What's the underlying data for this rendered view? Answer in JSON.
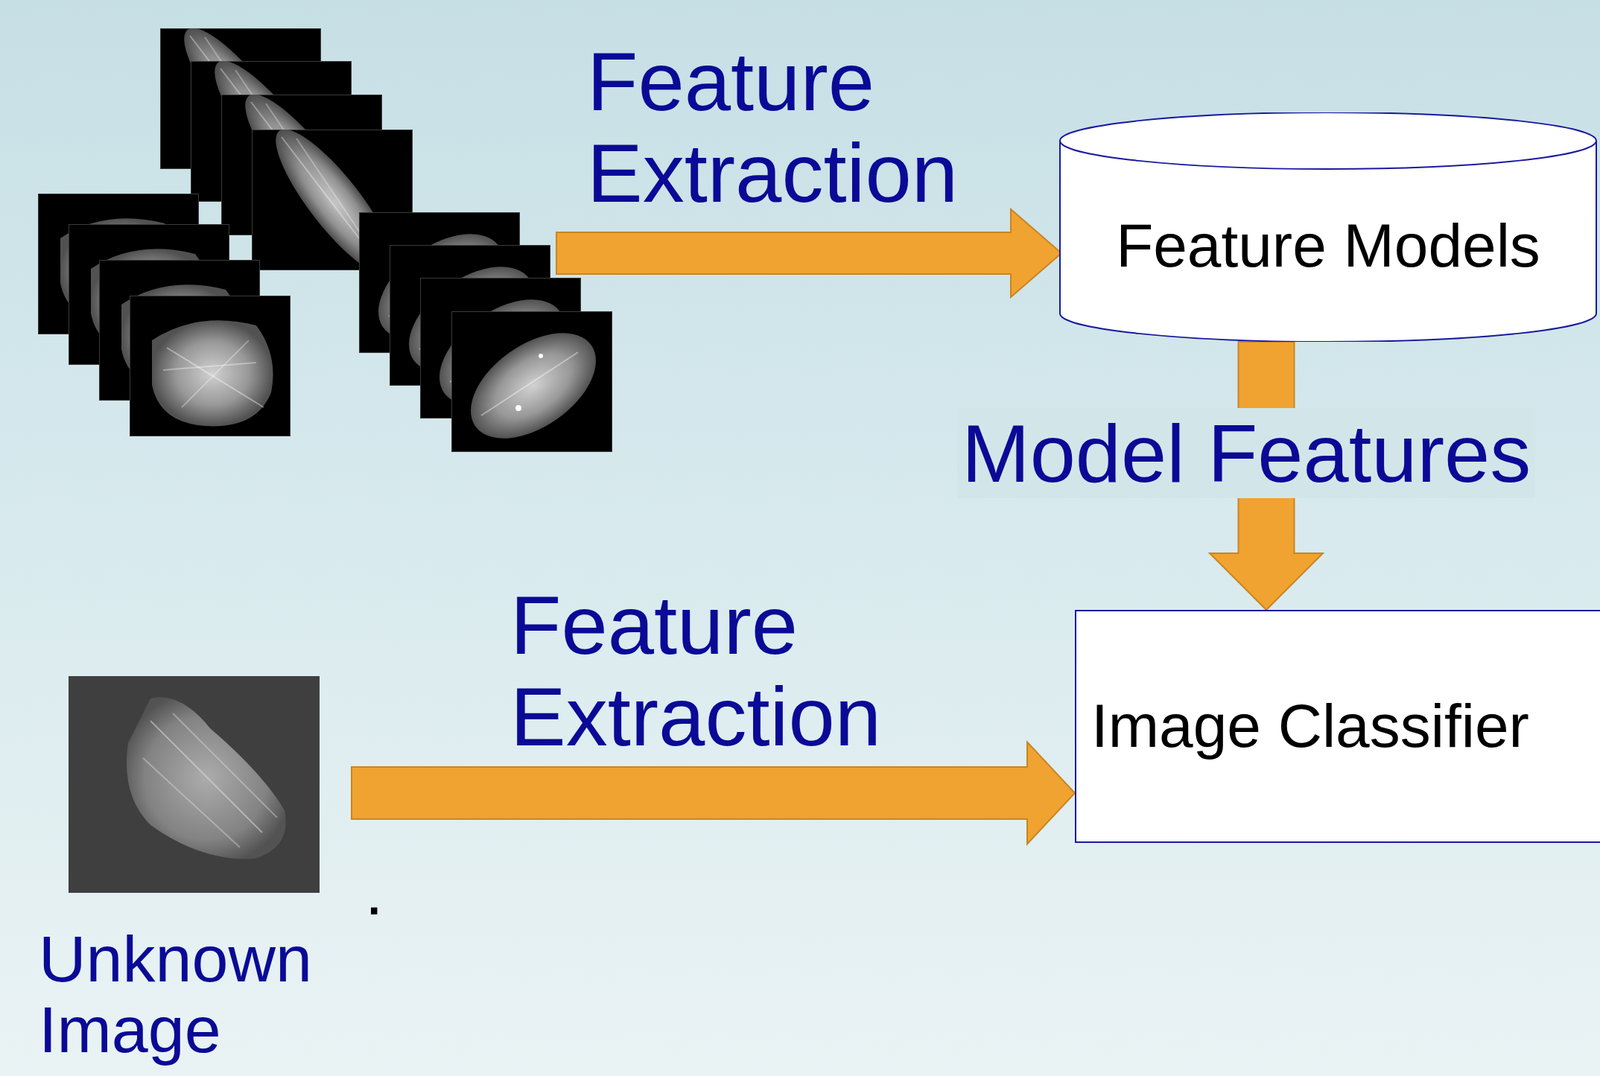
{
  "diagram": {
    "nodes": [
      {
        "text": [
          "Feature Models"
        ]
      },
      {
        "text": [
          "Image Classifier"
        ]
      },
      {
        "text": [
          "Unknown Image"
        ]
      }
    ],
    "edges": [
      {
        "from": 0,
        "to": 1,
        "arrow": "to",
        "label": "Model Features"
      },
      {
        "from": 2,
        "to": 1,
        "arrow": "to",
        "label": "Feature Extraction"
      }
    ],
    "labels": [
      "Feature Extraction",
      "."
    ]
  }
}
